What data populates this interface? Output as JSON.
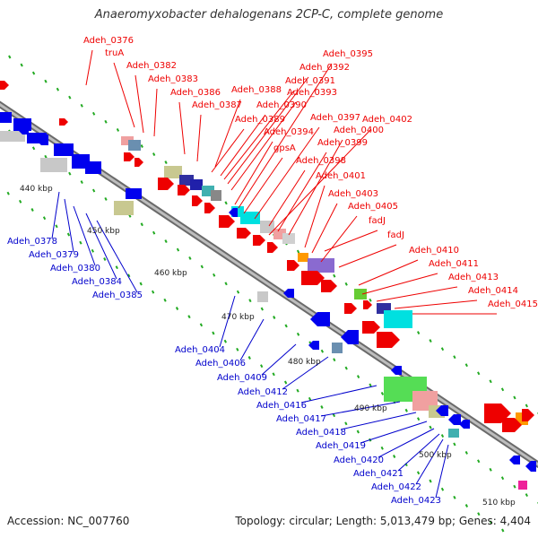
{
  "title": "Anaeromyxobacter dehalogenans 2CP-C, complete genome",
  "footer": {
    "accession": "Accession: NC_007760",
    "topology": "Topology: circular; Length: 5,013,479 bp; Genes: 4,404"
  },
  "colors": {
    "forward_label": "#ee0000",
    "reverse_label": "#0000cc",
    "backbone": "#888888",
    "tick": "#22aa22"
  },
  "scale_labels": [
    "440 kbp",
    "450 kbp",
    "460 kbp",
    "470 kbp",
    "480 kbp",
    "490 kbp",
    "500 kbp",
    "510 kbp"
  ],
  "forward_labels": [
    "Adeh_0376",
    "truA",
    "Adeh_0382",
    "Adeh_0383",
    "Adeh_0386",
    "Adeh_0387",
    "Adeh_0388",
    "Adeh_0389",
    "Adeh_0390",
    "Adeh_0391",
    "Adeh_0392",
    "Adeh_0393",
    "Adeh_0394",
    "Adeh_0395",
    "gpsA",
    "Adeh_0397",
    "Adeh_0398",
    "Adeh_0399",
    "Adeh_0400",
    "Adeh_0401",
    "Adeh_0402",
    "Adeh_0403",
    "Adeh_0405",
    "fadJ",
    "fadJ",
    "Adeh_0410",
    "Adeh_0411",
    "Adeh_0413",
    "Adeh_0414",
    "Adeh_0415"
  ],
  "reverse_labels": [
    "Adeh_0378",
    "Adeh_0379",
    "Adeh_0380",
    "Adeh_0384",
    "Adeh_0385",
    "Adeh_0404",
    "Adeh_0406",
    "Adeh_0409",
    "Adeh_0412",
    "Adeh_0416",
    "Adeh_0417",
    "Adeh_0418",
    "Adeh_0419",
    "Adeh_0420",
    "Adeh_0421",
    "Adeh_0422",
    "Adeh_0423"
  ]
}
